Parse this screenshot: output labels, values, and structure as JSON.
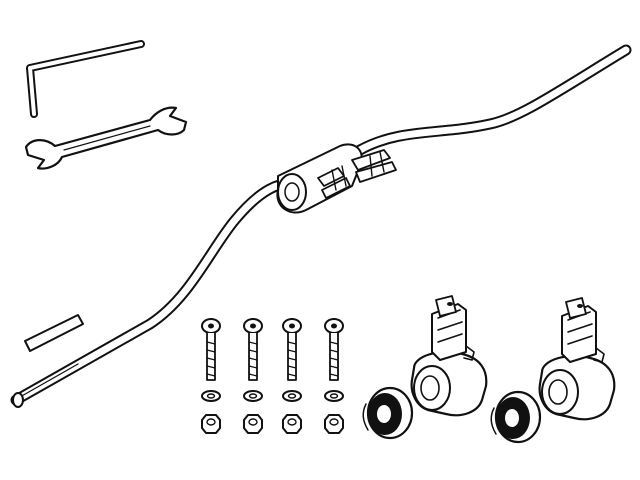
{
  "diagram": {
    "type": "parts-kit-line-drawing",
    "colors": {
      "ink": "#111111",
      "paper": "#ffffff"
    },
    "parts": [
      {
        "name": "hex-key",
        "count": 1
      },
      {
        "name": "open-end-wrench",
        "count": 1
      },
      {
        "name": "square-key-bar",
        "count": 1
      },
      {
        "name": "stabilizer-bar-with-clamp",
        "count": 1
      },
      {
        "name": "bolt",
        "count": 4
      },
      {
        "name": "washer",
        "count": 4
      },
      {
        "name": "nut",
        "count": 4
      },
      {
        "name": "bushing-ring",
        "count": 2
      },
      {
        "name": "end-link-bracket",
        "count": 2
      }
    ]
  }
}
